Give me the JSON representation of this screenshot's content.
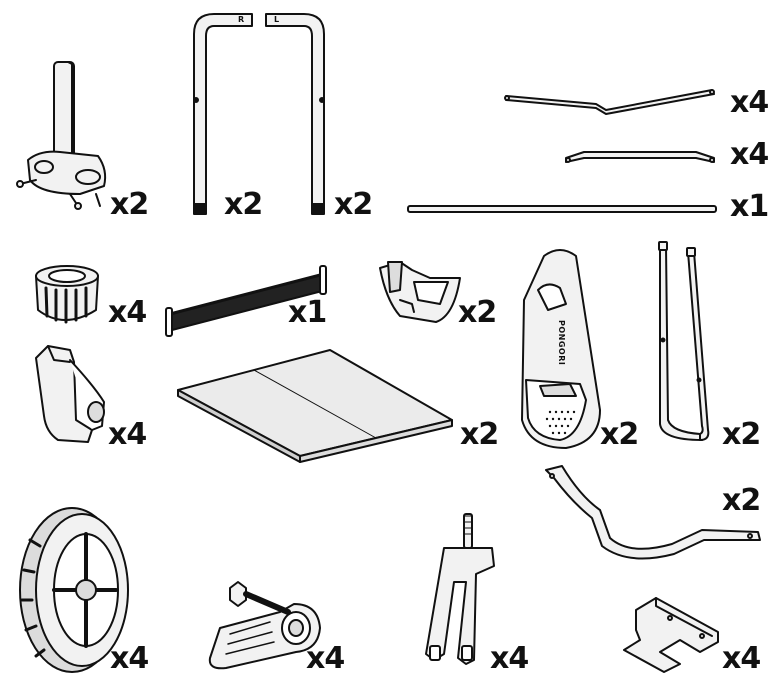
{
  "colors": {
    "ink": "#111111",
    "paper": "#ffffff",
    "part_fill": "#f2f2f2",
    "panel_fill": "#ebebeb"
  },
  "parts": [
    {
      "id": "wheel-mount-post",
      "icon": "wheel-mount-post-icon",
      "qty": "x2"
    },
    {
      "id": "frame-tube-r",
      "icon": "frame-tube-icon",
      "qty": "x2",
      "mark": "R"
    },
    {
      "id": "frame-tube-l",
      "icon": "frame-tube-icon",
      "qty": "x2",
      "mark": "L"
    },
    {
      "id": "long-bent-rod",
      "icon": "bent-rod-icon",
      "qty": "x4"
    },
    {
      "id": "short-bent-rod",
      "icon": "short-rod-icon",
      "qty": "x4"
    },
    {
      "id": "straight-rod",
      "icon": "straight-rod-icon",
      "qty": "x1"
    },
    {
      "id": "knob",
      "icon": "knob-icon",
      "qty": "x4"
    },
    {
      "id": "net",
      "icon": "net-icon",
      "qty": "x1"
    },
    {
      "id": "clip-bracket",
      "icon": "clip-bracket-icon",
      "qty": "x2"
    },
    {
      "id": "leg-cover",
      "icon": "leg-cover-icon",
      "qty": "x2",
      "brand": "PONGORI"
    },
    {
      "id": "u-frame",
      "icon": "u-frame-icon",
      "qty": "x2"
    },
    {
      "id": "clamp",
      "icon": "clamp-icon",
      "qty": "x4"
    },
    {
      "id": "table-panel",
      "icon": "table-panel-icon",
      "qty": "x2"
    },
    {
      "id": "curved-bar",
      "icon": "curved-bar-icon",
      "qty": "x2"
    },
    {
      "id": "wheel",
      "icon": "wheel-icon",
      "qty": "x4"
    },
    {
      "id": "pedal-foot",
      "icon": "pedal-foot-icon",
      "qty": "x4"
    },
    {
      "id": "fork",
      "icon": "fork-icon",
      "qty": "x4"
    },
    {
      "id": "t-bracket",
      "icon": "t-bracket-icon",
      "qty": "x4"
    }
  ]
}
